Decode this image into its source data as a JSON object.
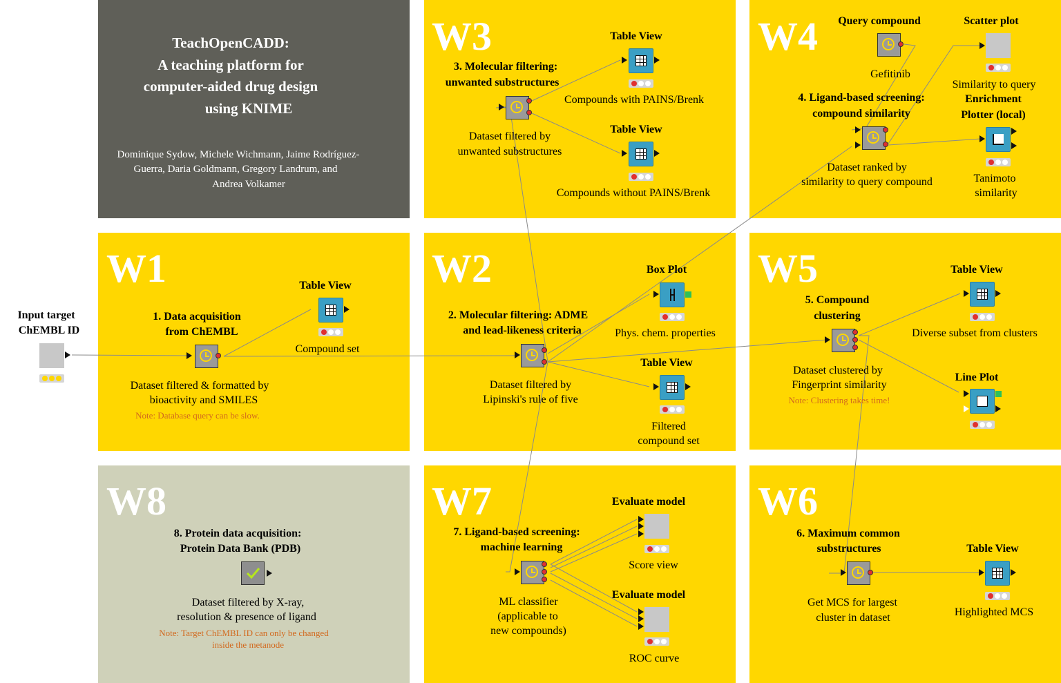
{
  "header": {
    "title_line1": "TeachOpenCADD:",
    "title_line2": "A teaching platform for",
    "title_line3": "computer-aided drug design",
    "title_line4": "using KNIME",
    "authors_line1": "Dominique Sydow, Michele Wichmann, Jaime Rodríguez-",
    "authors_line2": "Guerra, Daria Goldmann, Gregory Landrum, and",
    "authors_line3": "Andrea Volkamer"
  },
  "input": {
    "label_line1": "Input target",
    "label_line2": "ChEMBL ID"
  },
  "w1": {
    "tag": "W1",
    "title_line1": "1. Data acquisition",
    "title_line2": "from ChEMBL",
    "desc_line1": "Dataset filtered & formatted by",
    "desc_line2": "bioactivity and SMILES",
    "note": "Note: Database query can be slow.",
    "view_title": "Table View",
    "view_caption": "Compound set"
  },
  "w2": {
    "tag": "W2",
    "title_line1": "2. Molecular filtering: ADME",
    "title_line2": "and lead-likeness criteria",
    "desc_line1": "Dataset filtered by",
    "desc_line2": "Lipinski's rule of five",
    "box_title": "Box Plot",
    "box_caption": "Phys. chem. properties",
    "view_title": "Table View",
    "view_caption_line1": "Filtered",
    "view_caption_line2": "compound set"
  },
  "w3": {
    "tag": "W3",
    "title_line1": "3. Molecular filtering:",
    "title_line2": "unwanted substructures",
    "desc_line1": "Dataset filtered by",
    "desc_line2": "unwanted substructures",
    "view1_title": "Table View",
    "view1_caption": "Compounds with PAINS/Brenk",
    "view2_title": "Table View",
    "view2_caption": "Compounds without PAINS/Brenk"
  },
  "w4": {
    "tag": "W4",
    "query_title": "Query compound",
    "query_caption": "Gefitinib",
    "title_line1": "4. Ligand-based screening:",
    "title_line2": "compound similarity",
    "desc_line1": "Dataset ranked by",
    "desc_line2": "similarity to query compound",
    "scatter_title": "Scatter plot",
    "scatter_caption": "Similarity to query",
    "enrich_title_line1": "Enrichment",
    "enrich_title_line2": "Plotter (local)",
    "enrich_caption_line1": "Tanimoto",
    "enrich_caption_line2": "similarity"
  },
  "w5": {
    "tag": "W5",
    "title_line1": "5. Compound",
    "title_line2": "clustering",
    "desc_line1": "Dataset clustered by",
    "desc_line2": "Fingerprint similarity",
    "note": "Note: Clustering takes time!",
    "view_title": "Table View",
    "view_caption": "Diverse subset from clusters",
    "line_title": "Line Plot"
  },
  "w6": {
    "tag": "W6",
    "title_line1": "6. Maximum common",
    "title_line2": "substructures",
    "desc_line1": "Get MCS for largest",
    "desc_line2": "cluster in dataset",
    "view_title": "Table View",
    "view_caption": "Highlighted MCS"
  },
  "w7": {
    "tag": "W7",
    "title_line1": "7. Ligand-based screening:",
    "title_line2": "machine learning",
    "desc_line1": "ML classifier",
    "desc_line2": "(applicable to",
    "desc_line3": "new compounds)",
    "eval1_title": "Evaluate model",
    "eval1_caption": "Score view",
    "eval2_title": "Evaluate model",
    "eval2_caption": "ROC curve"
  },
  "w8": {
    "tag": "W8",
    "title_line1": "8. Protein data acquisition:",
    "title_line2": "Protein Data Bank (PDB)",
    "desc_line1": "Dataset filtered by X-ray,",
    "desc_line2": "resolution & presence of ligand",
    "note_line1": "Note: Target ChEMBL ID can only be changed",
    "note_line2": "inside the metanode"
  },
  "colors": {
    "panel_yellow": "#ffd700",
    "panel_w8": "#cfd1b9",
    "title_bg": "#5f5f58",
    "view_node": "#3a9fc4",
    "note": "#d2691e"
  }
}
